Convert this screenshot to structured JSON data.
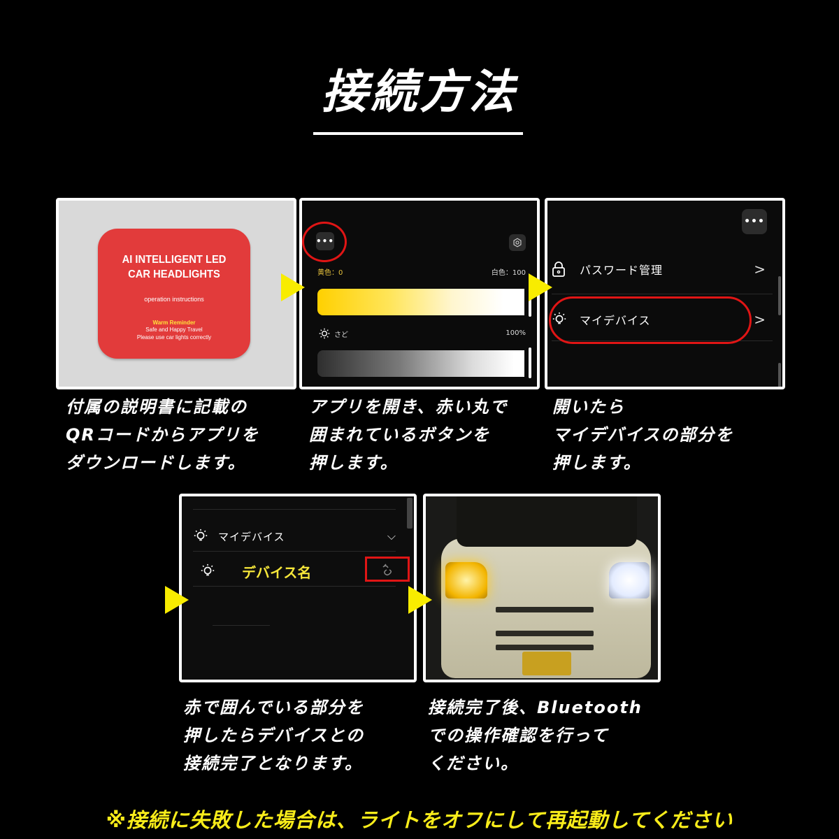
{
  "title": "接続方法",
  "steps": [
    {
      "id": 1,
      "card": {
        "title_line1": "AI INTELLIGENT LED",
        "title_line2": "CAR HEADLIGHTS",
        "subtitle": "operation instructions",
        "warm_label": "Warm Reminder",
        "line1": "Safe and Happy Travel",
        "line2": "Please use car lights correctly"
      },
      "caption": [
        "付属の説明書に記載の",
        "QRコードからアプリを",
        "ダウンロードします。"
      ]
    },
    {
      "id": 2,
      "app": {
        "menu_button": "•••",
        "yellow_label": "黄色：0",
        "white_label": "白色：100",
        "brightness_label": "さど",
        "brightness_value": "100%"
      },
      "caption": [
        "アプリを開き、赤い丸で",
        "囲まれているボタンを",
        "押します。"
      ]
    },
    {
      "id": 3,
      "menu": {
        "menu_button": "•••",
        "items": [
          {
            "label": "パスワード管理",
            "icon": "lock-icon"
          },
          {
            "label": "マイデバイス",
            "icon": "bulb-icon",
            "highlighted": true
          }
        ]
      },
      "caption": [
        "開いたら",
        "マイデバイスの部分を",
        "押します。"
      ]
    },
    {
      "id": 4,
      "devices": {
        "section_label": "マイデバイス",
        "device_name": "デバイス名",
        "connect_icon": "link-icon"
      },
      "caption": [
        "赤で囲んでいる部分を",
        "押したらデバイスとの",
        "接続完了となります。"
      ]
    },
    {
      "id": 5,
      "photo": "car-front-headlights",
      "caption": [
        "接続完了後、Bluetooth",
        "での操作確認を行って",
        "ください。"
      ]
    }
  ],
  "footer_note": "※接続に失敗した場合は、ライトをオフにして再起動してください",
  "colors": {
    "background": "#000000",
    "arrow": "#f8ec00",
    "highlight_red": "#e01515",
    "footer_text": "#f8ec1a",
    "device_name": "#f5e63a"
  }
}
